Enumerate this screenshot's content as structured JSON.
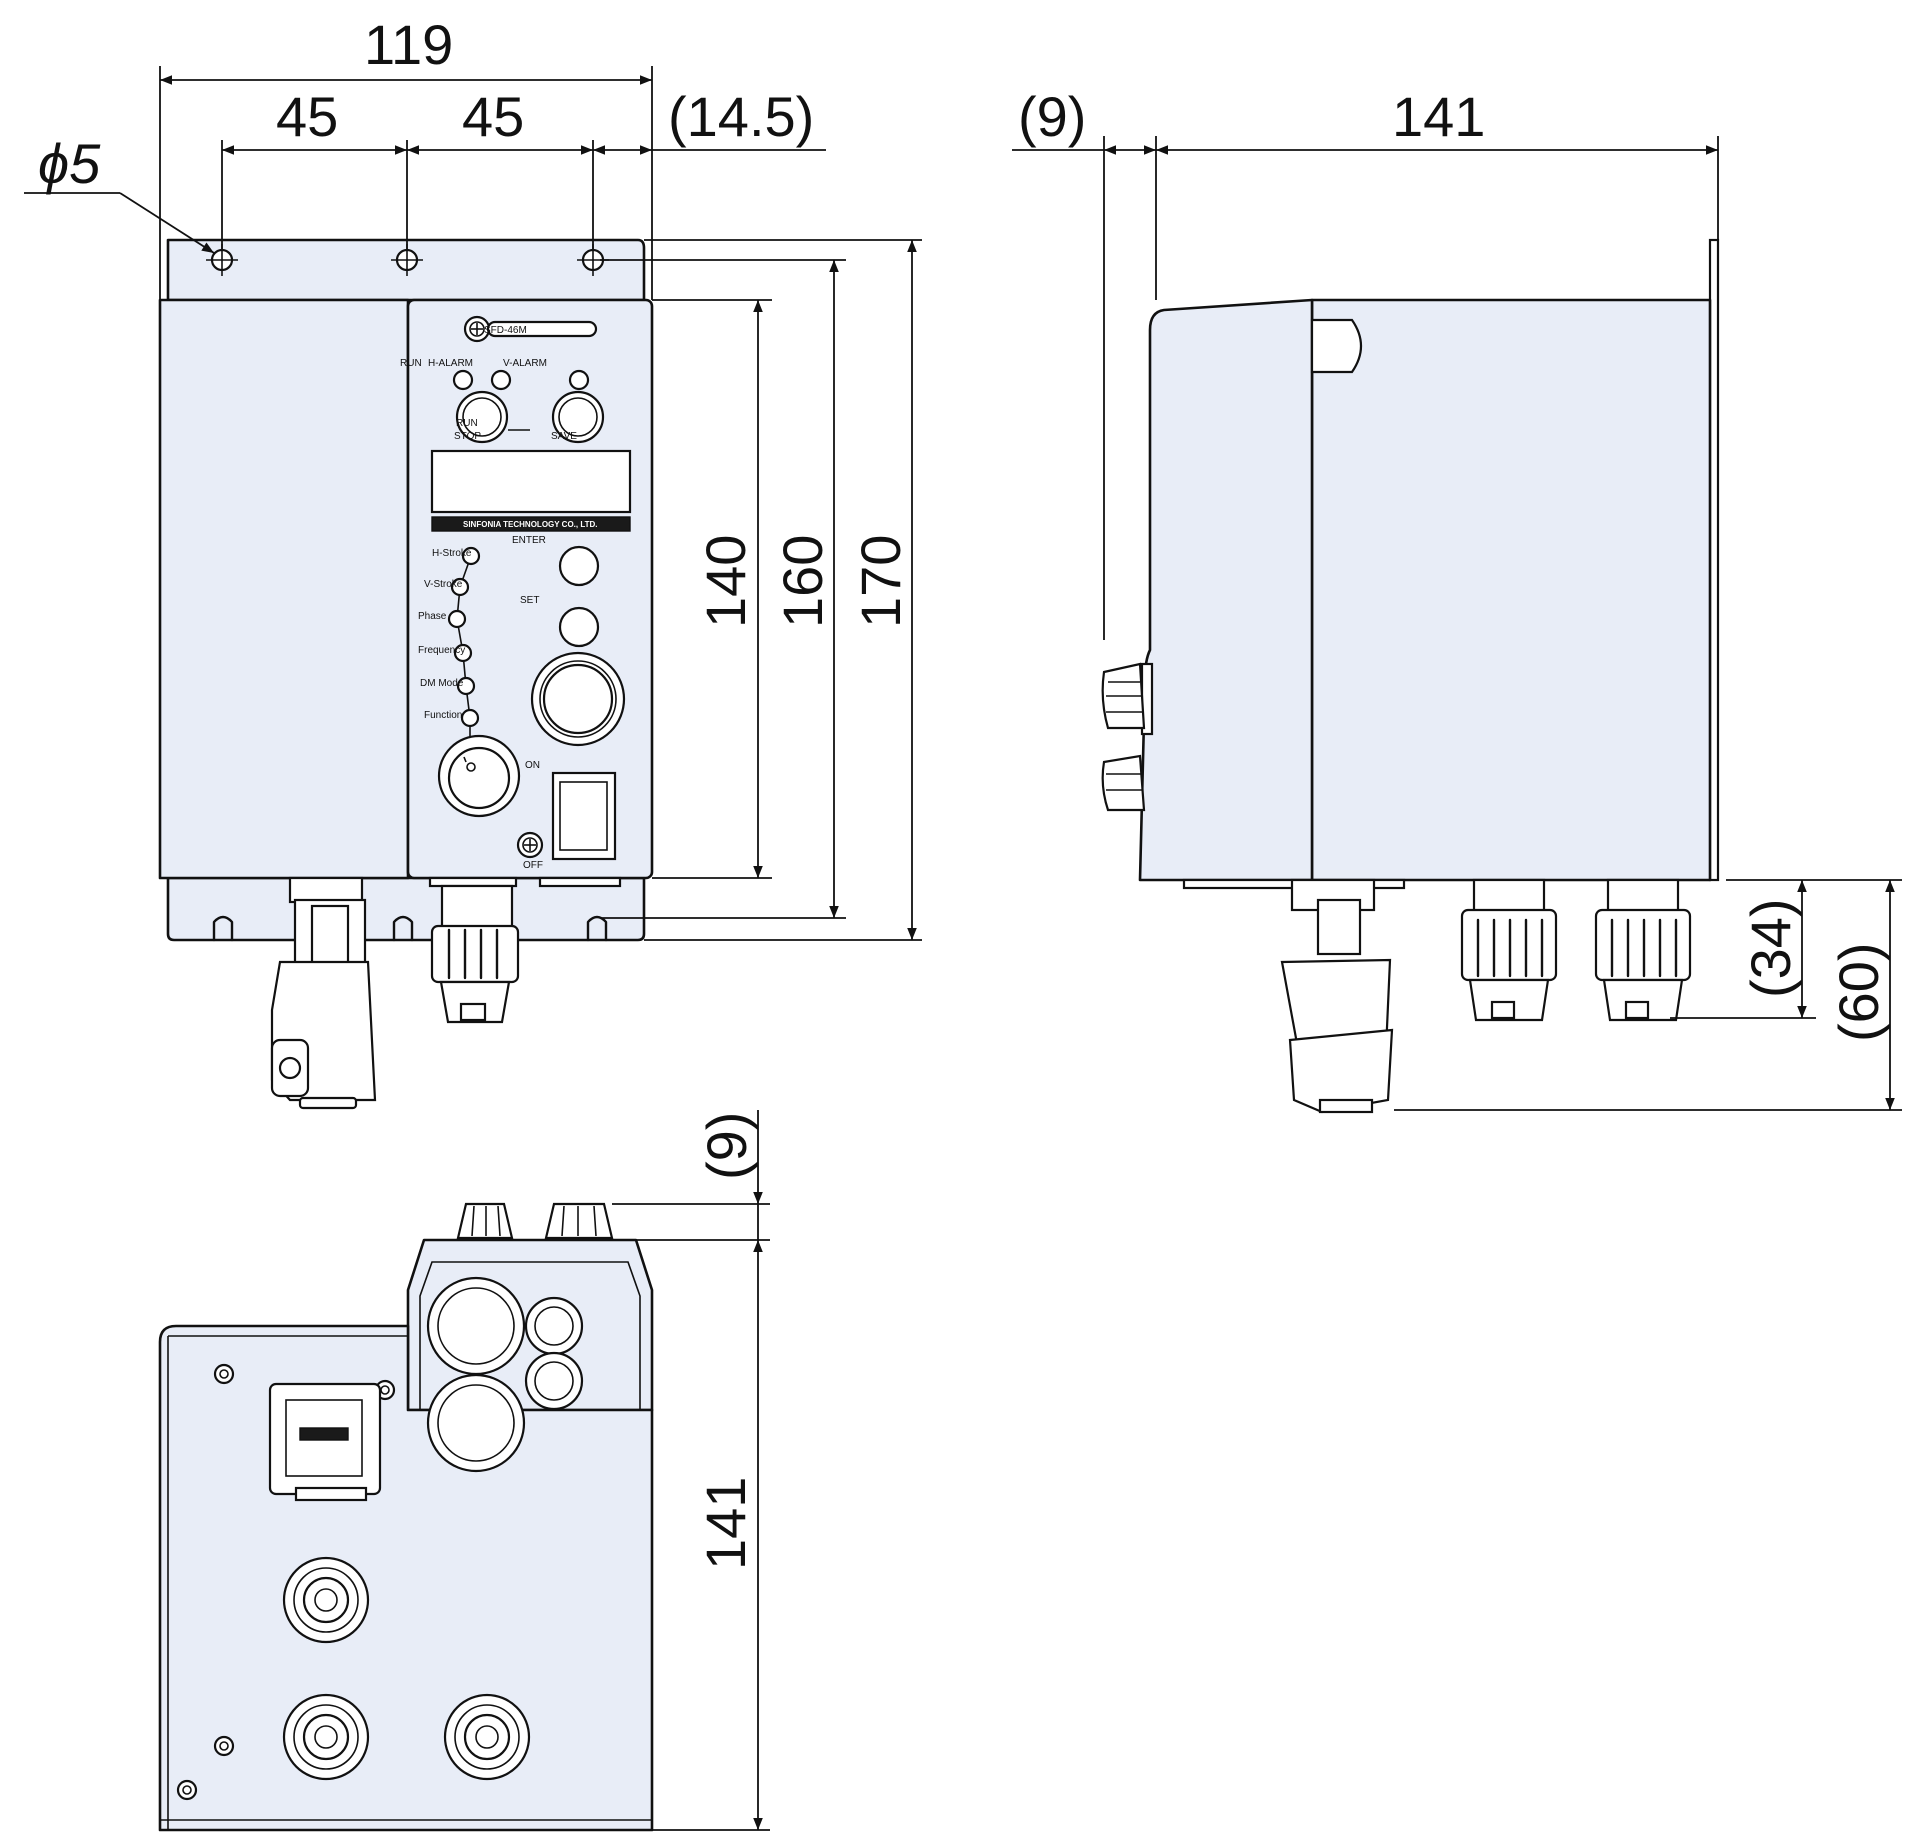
{
  "dimensions": {
    "front_width": "119",
    "hole_pitch_1": "45",
    "hole_pitch_2": "45",
    "right_offset": "(14.5)",
    "hole_diameter": "ϕ5",
    "height_140": "140",
    "height_160": "160",
    "height_170": "170",
    "side_offset": "(9)",
    "side_depth": "141",
    "side_connector_34": "(34)",
    "side_connector_60": "(60)",
    "bottom_knob_offset": "(9)",
    "bottom_depth": "141"
  },
  "panel": {
    "model": "SFD-46M",
    "run": "RUN",
    "h_alarm": "H-ALARM",
    "v_alarm": "V-ALARM",
    "run_stop_1": "RUN",
    "run_stop_2": "STOP",
    "save": "SAVE",
    "brand": "SINFONIA TECHNOLOGY CO., LTD.",
    "enter": "ENTER",
    "set": "SET",
    "h_stroke": "H-Stroke",
    "v_stroke": "V-Stroke",
    "phase": "Phase",
    "frequency": "Frequency",
    "dm_mode": "DM Mode",
    "function": "Function",
    "on": "ON",
    "off": "OFF"
  }
}
